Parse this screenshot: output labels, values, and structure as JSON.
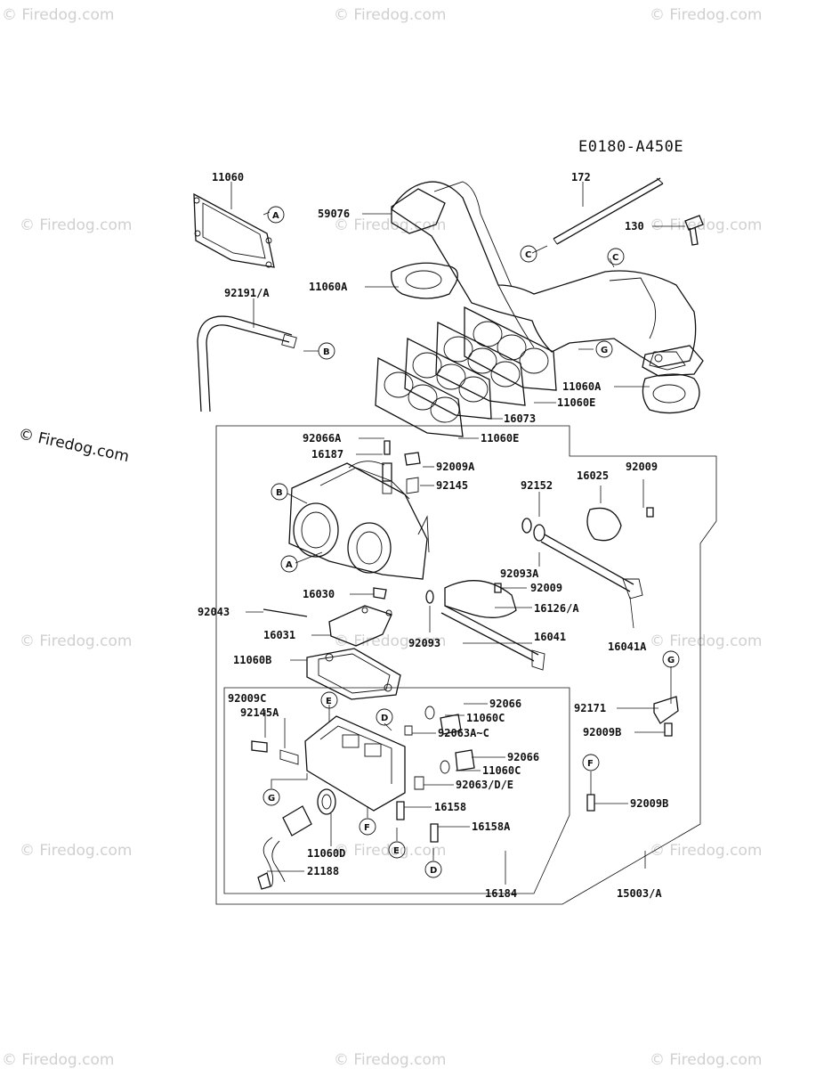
{
  "diagram_code": "E0180-A450E",
  "watermarks": {
    "tile_text": "© Firedog.com",
    "side_text": "© Firedog.com"
  },
  "part_labels": [
    "11060",
    "172",
    "59076",
    "130",
    "11060A",
    "92191/A",
    "11060A",
    "11060E",
    "16073",
    "11060E",
    "92066A",
    "16187",
    "92009A",
    "92145",
    "92152",
    "16025",
    "92009",
    "92093A",
    "92009",
    "16030",
    "16126/A",
    "92043",
    "16031",
    "16041",
    "92093",
    "16041A",
    "11060B",
    "92009C",
    "92145A",
    "92066",
    "11060C",
    "92063A~C",
    "92066",
    "11060C",
    "92063/D/E",
    "92171",
    "92009B",
    "92009B",
    "16158",
    "16158A",
    "11060D",
    "21188",
    "16184",
    "15003/A"
  ],
  "callouts": [
    "A",
    "B",
    "C",
    "C",
    "G",
    "B",
    "A",
    "G",
    "E",
    "D",
    "G",
    "F",
    "F",
    "E",
    "D"
  ]
}
